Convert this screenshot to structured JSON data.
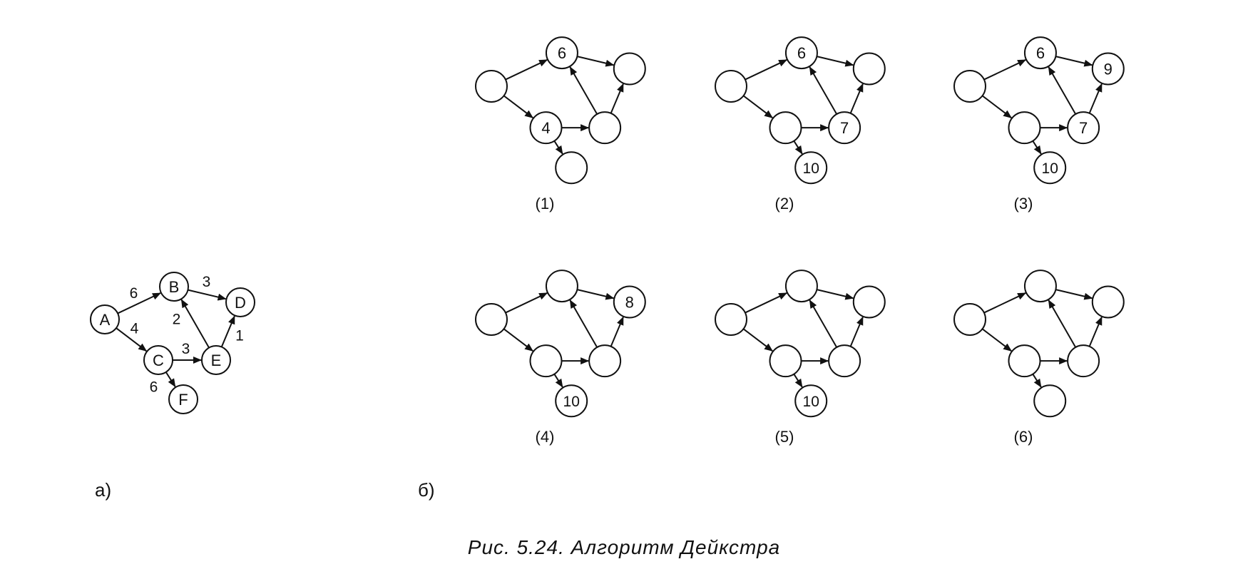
{
  "graph_a": {
    "nodes": [
      {
        "id": "A",
        "label": "A"
      },
      {
        "id": "B",
        "label": "B"
      },
      {
        "id": "C",
        "label": "C"
      },
      {
        "id": "D",
        "label": "D"
      },
      {
        "id": "E",
        "label": "E"
      },
      {
        "id": "F",
        "label": "F"
      }
    ],
    "edges": [
      {
        "from": "A",
        "to": "B",
        "weight": "6"
      },
      {
        "from": "A",
        "to": "C",
        "weight": "4"
      },
      {
        "from": "B",
        "to": "D",
        "weight": "3"
      },
      {
        "from": "E",
        "to": "B",
        "weight": "2"
      },
      {
        "from": "C",
        "to": "E",
        "weight": "3"
      },
      {
        "from": "E",
        "to": "D",
        "weight": "1"
      },
      {
        "from": "C",
        "to": "F",
        "weight": "6"
      }
    ]
  },
  "steps": [
    {
      "label": "(1)",
      "node_values": {
        "A": "",
        "B": "6",
        "C": "4",
        "D": "",
        "E": "",
        "F": ""
      }
    },
    {
      "label": "(2)",
      "node_values": {
        "A": "",
        "B": "6",
        "C": "",
        "D": "",
        "E": "7",
        "F": "10"
      }
    },
    {
      "label": "(3)",
      "node_values": {
        "A": "",
        "B": "6",
        "C": "",
        "D": "9",
        "E": "7",
        "F": "10"
      }
    },
    {
      "label": "(4)",
      "node_values": {
        "A": "",
        "B": "",
        "C": "",
        "D": "8",
        "E": "",
        "F": "10"
      }
    },
    {
      "label": "(5)",
      "node_values": {
        "A": "",
        "B": "",
        "C": "",
        "D": "",
        "E": "",
        "F": "10"
      }
    },
    {
      "label": "(6)",
      "node_values": {
        "A": "",
        "B": "",
        "C": "",
        "D": "",
        "E": "",
        "F": ""
      }
    }
  ],
  "panel_a_label": "а)",
  "panel_b_label": "б)",
  "caption": "Рис. 5.24. Алгоритм Дейкстра",
  "colors": {
    "stroke": "#111111",
    "background": "#ffffff"
  }
}
